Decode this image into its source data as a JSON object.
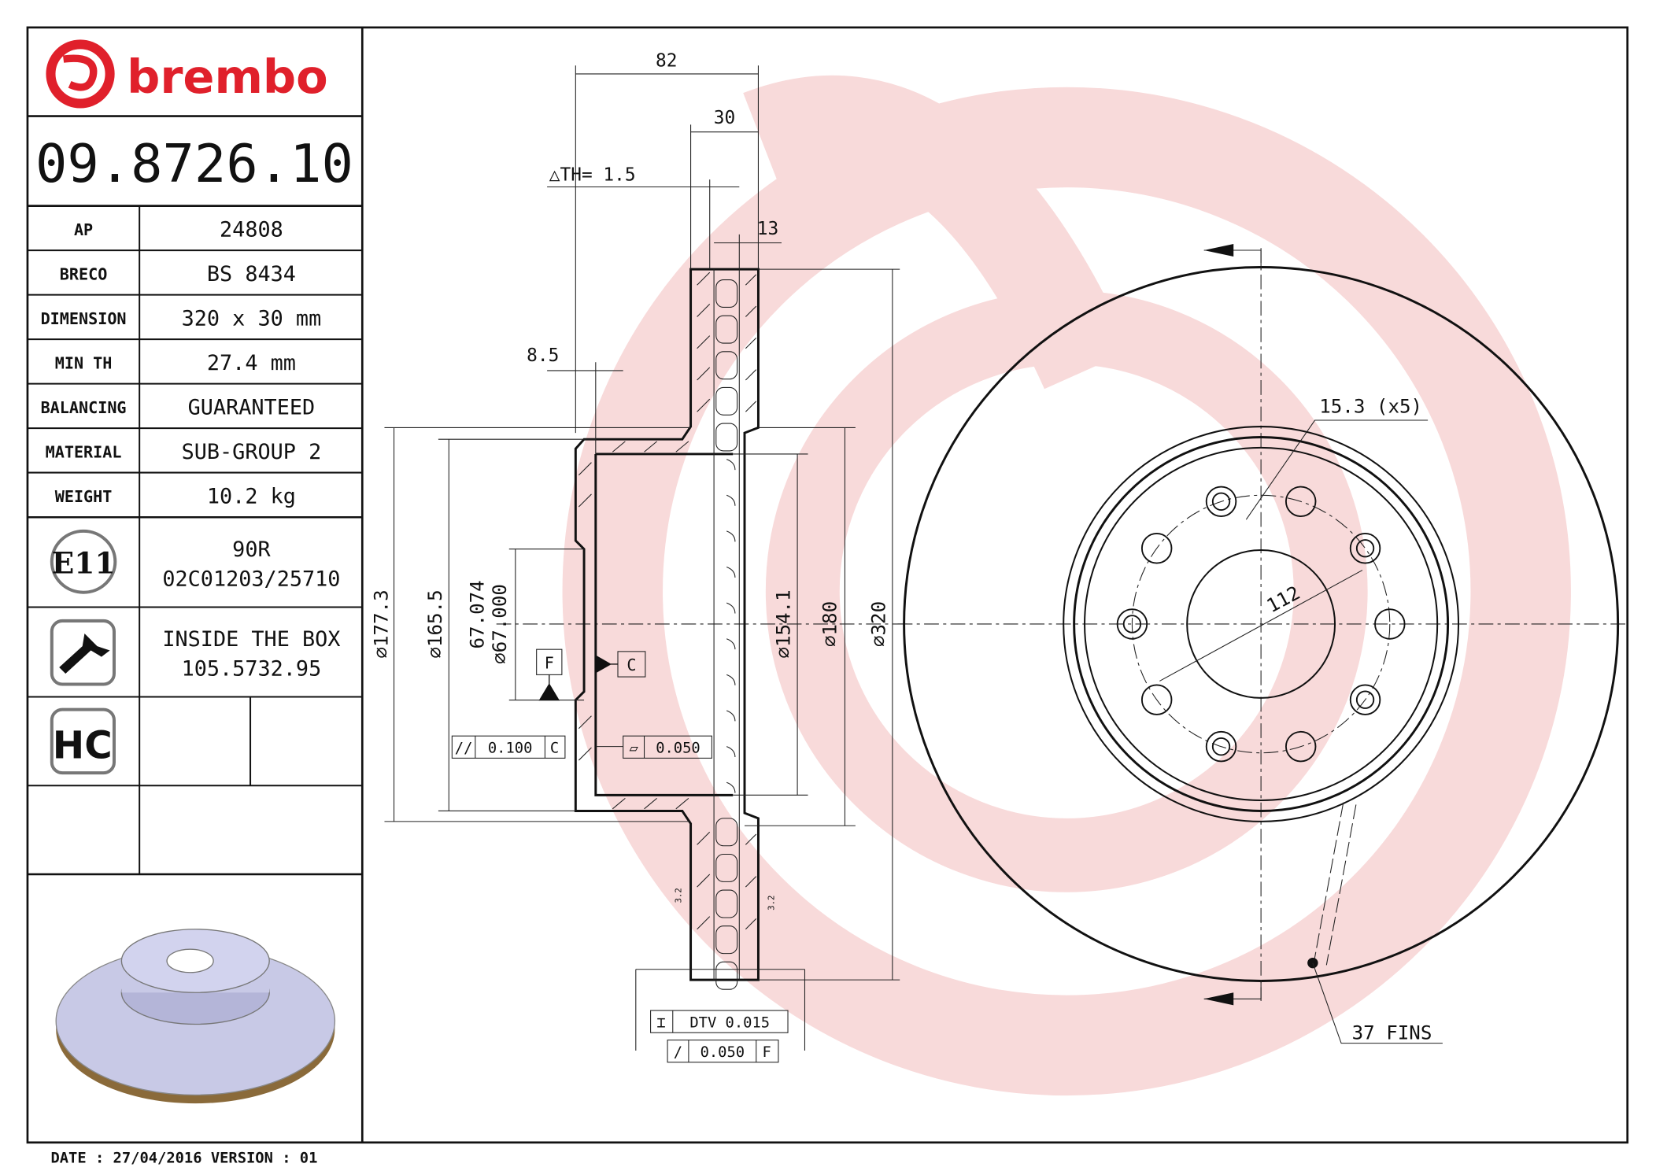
{
  "brand": {
    "name": "brembo",
    "color": "#e0202b",
    "watermark_color": "#f7d4d4"
  },
  "part_number": "09.8726.10",
  "specs": [
    {
      "label": "AP",
      "value": "24808"
    },
    {
      "label": "BRECO",
      "value": "BS 8434"
    },
    {
      "label": "DIMENSION",
      "value": "320 x 30 mm"
    },
    {
      "label": "MIN TH",
      "value": "27.4 mm"
    },
    {
      "label": "BALANCING",
      "value": "GUARANTEED"
    },
    {
      "label": "MATERIAL",
      "value": "SUB-GROUP 2"
    },
    {
      "label": "WEIGHT",
      "value": "10.2 kg"
    }
  ],
  "approval": {
    "icon": "e11-approval-icon",
    "badge": "E11",
    "line1": "90R",
    "line2": "02C01203/25710"
  },
  "screws": {
    "icon": "screw-icon",
    "line1": "INSIDE THE BOX",
    "line2": "105.5732.95"
  },
  "hc": {
    "icon": "hc-icon",
    "badge": "HC"
  },
  "footer": "DATE : 27/04/2016 VERSION : 01",
  "dimensions": {
    "overall_width": "82",
    "thickness": "30",
    "th_variation": "△TH= 1.5",
    "pad_width": "13",
    "hat_offset": "8.5",
    "d_177": "⌀177.3",
    "d_165": "⌀165.5",
    "bore_max": "67.074",
    "bore_min": "⌀67.000",
    "d_154": "⌀154.1",
    "d_180": "⌀180",
    "d_320": "⌀320",
    "bolt_holes": "15.3 (x5)",
    "pcd": "112",
    "fins": "37 FINS",
    "roughness_left": "3.2",
    "roughness_right": "3.2"
  },
  "datums": {
    "f": "F",
    "c": "C"
  },
  "tolerances": {
    "parallelism": {
      "symbol": "//",
      "value": "0.100",
      "datum": "C"
    },
    "flatness": {
      "symbol": "▱",
      "value": "0.050"
    },
    "dtv": {
      "symbol": "⌶",
      "value": "DTV 0.015"
    },
    "runout": {
      "symbol": "/",
      "value": "0.050",
      "datum": "F"
    }
  }
}
